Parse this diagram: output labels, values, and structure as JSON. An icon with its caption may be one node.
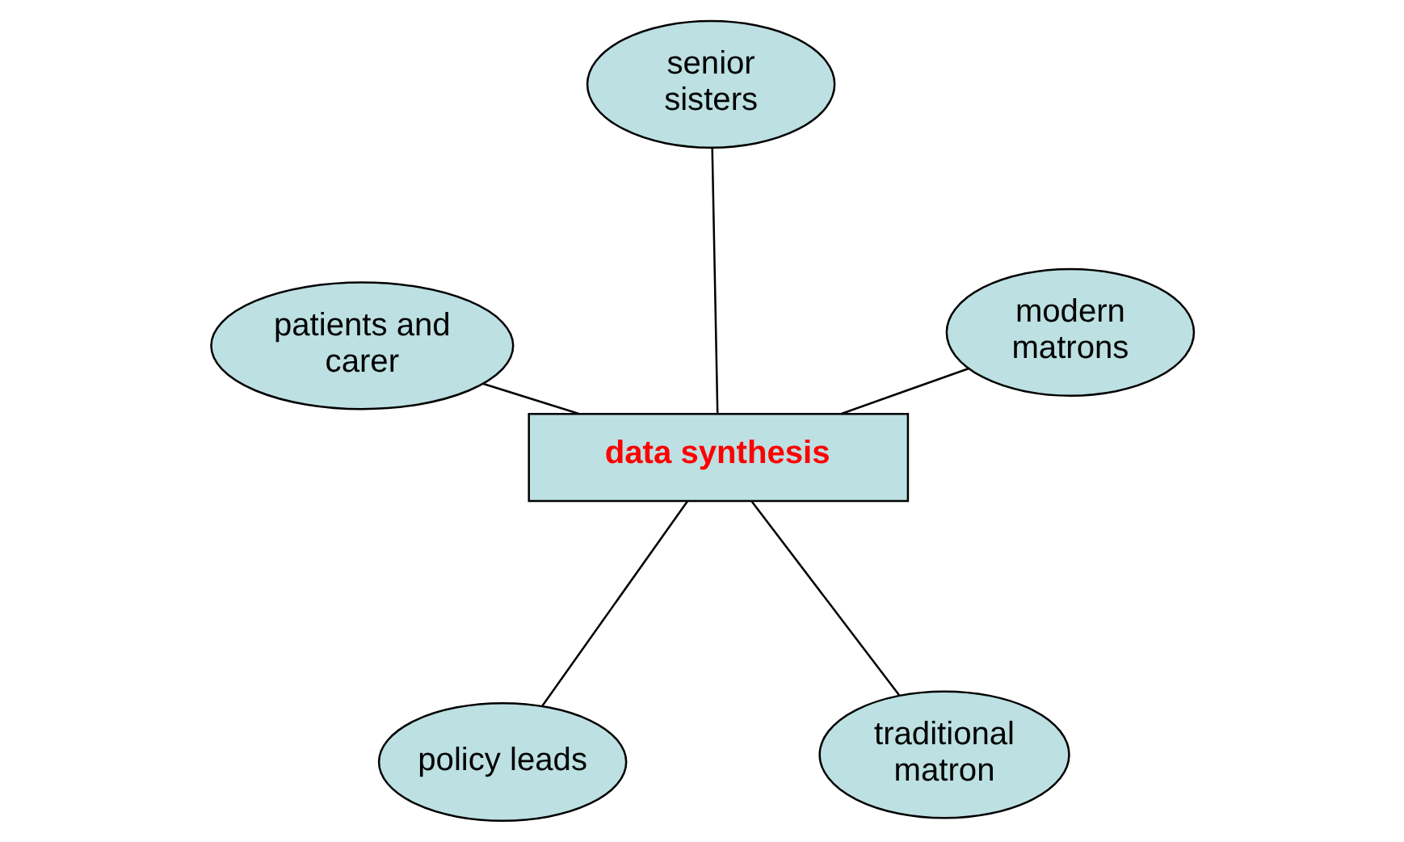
{
  "diagram": {
    "nodes": [
      {
        "text": [
          "policy leads"
        ]
      },
      {
        "text": [
          "traditional matron"
        ]
      },
      {
        "text": [
          "data synthesis"
        ]
      },
      {
        "text": [
          "senior sisters"
        ]
      },
      {
        "text": [
          "modern matrons"
        ]
      },
      {
        "text": [
          "patients and carer"
        ]
      }
    ],
    "edges": [
      {
        "from": 2,
        "to": 0,
        "arrow": "none"
      },
      {
        "from": 2,
        "to": 1,
        "arrow": "none"
      },
      {
        "from": 2,
        "to": 3,
        "arrow": "none"
      },
      {
        "from": 2,
        "to": 4,
        "arrow": "none"
      },
      {
        "from": 2,
        "to": 5,
        "arrow": "none"
      }
    ]
  }
}
